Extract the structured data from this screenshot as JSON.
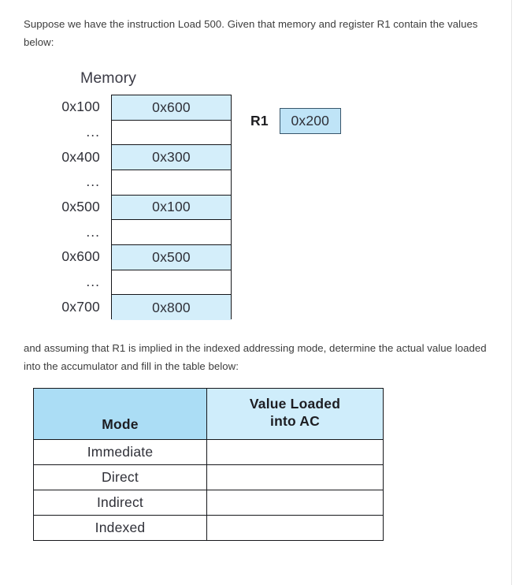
{
  "intro_text": "Suppose we have the instruction Load 500. Given that memory and register R1 contain the values below:",
  "assume_text": "and assuming that R1 is implied in the indexed addressing mode, determine the actual value loaded into the accumulator and fill in the table below:",
  "memory": {
    "title": "Memory",
    "rows": [
      {
        "address": "0x100",
        "value": "0x600",
        "filled": true
      },
      {
        "address": "...",
        "value": "",
        "filled": false
      },
      {
        "address": "0x400",
        "value": "0x300",
        "filled": true
      },
      {
        "address": "...",
        "value": "",
        "filled": false
      },
      {
        "address": "0x500",
        "value": "0x100",
        "filled": true
      },
      {
        "address": "...",
        "value": "",
        "filled": false
      },
      {
        "address": "0x600",
        "value": "0x500",
        "filled": true
      },
      {
        "address": "...",
        "value": "",
        "filled": false
      },
      {
        "address": "0x700",
        "value": "0x800",
        "filled": true
      }
    ],
    "cell_fill_color": "#d4eefa",
    "border_color": "#15161a"
  },
  "register": {
    "name": "R1",
    "value": "0x200",
    "fill_color": "#bfe4f7",
    "border_color": "#38566b"
  },
  "answer_table": {
    "headers": {
      "mode": "Mode",
      "value_line1": "Value Loaded",
      "value_line2": "into AC"
    },
    "header_mode_color": "#abddf5",
    "header_value_color": "#cfedfb",
    "rows": [
      {
        "mode": "Immediate",
        "value": ""
      },
      {
        "mode": "Direct",
        "value": ""
      },
      {
        "mode": "Indirect",
        "value": ""
      },
      {
        "mode": "Indexed",
        "value": ""
      }
    ]
  }
}
